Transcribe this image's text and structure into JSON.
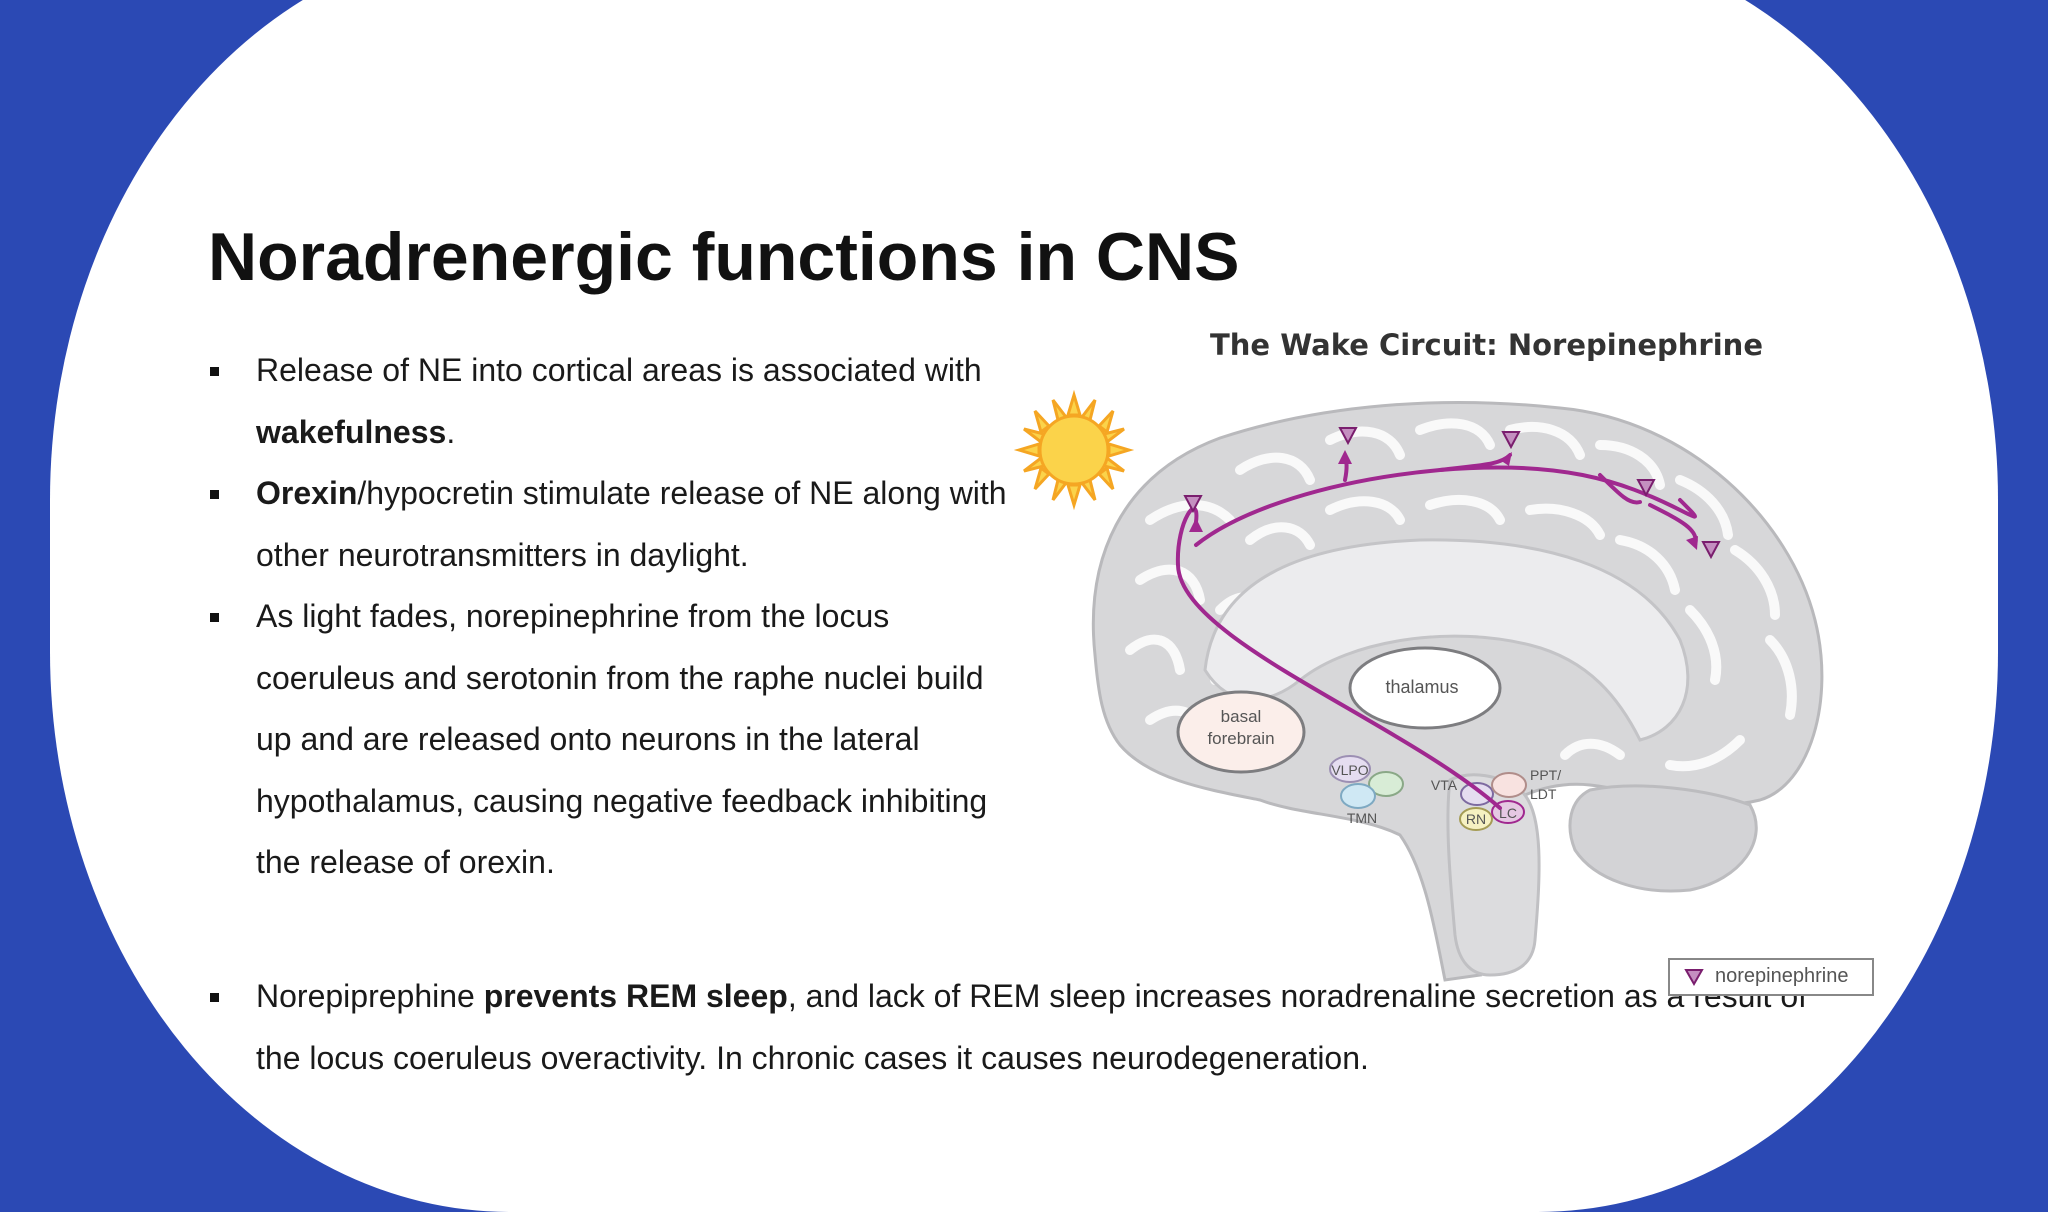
{
  "slide": {
    "title": "Noradrenergic functions in CNS",
    "bullets": [
      {
        "parts": [
          {
            "t": "Release of NE into cortical areas is associated with ",
            "b": false
          },
          {
            "t": "wakefulness",
            "b": true
          },
          {
            "t": ".",
            "b": false
          }
        ]
      },
      {
        "parts": [
          {
            "t": "Orexin",
            "b": true
          },
          {
            "t": "/hypocretin stimulate release of NE along with other neurotransmitters in daylight.",
            "b": false
          }
        ]
      },
      {
        "parts": [
          {
            "t": "As light fades, norepinephrine from the locus coeruleus and serotonin from the raphe nuclei build up and are released onto neurons in the lateral hypothalamus, causing negative feedback inhibiting the release of orexin.",
            "b": false
          }
        ]
      }
    ],
    "bottom_bullet": {
      "parts": [
        {
          "t": "Norepiprephine ",
          "b": false
        },
        {
          "t": "prevents REM sleep",
          "b": true
        },
        {
          "t": ", and lack of REM sleep increases noradrenaline secretion as a result of the locus coeruleus overactivity. In chronic cases it causes neurodegeneration.",
          "b": false
        }
      ]
    }
  },
  "figure": {
    "title": "The Wake Circuit: Norepinephrine",
    "labels": {
      "thalamus": "thalamus",
      "basal_1": "basal",
      "basal_2": "forebrain",
      "vlpo": "VLPO",
      "tmn": "TMN",
      "vta": "VTA",
      "ppt_1": "PPT/",
      "ppt_2": "LDT",
      "rn": "RN",
      "lc": "LC"
    },
    "legend": "norepinephrine",
    "colors": {
      "pathway": "#a0288f",
      "sun": "#fbd34a",
      "sun_rays": "#f5a623"
    }
  }
}
